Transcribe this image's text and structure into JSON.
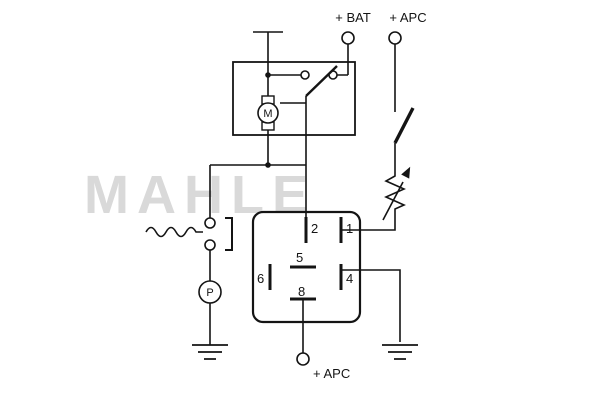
{
  "colors": {
    "line": "#141414",
    "watermark": "#d9d9d9",
    "background": "#ffffff",
    "boxfill": "#ffffff"
  },
  "labels": {
    "bat_top": "+ BAT",
    "apc_top": "+ APC",
    "apc_bottom": "+ APC",
    "motor": "M",
    "pressure_switch": "P",
    "watermark": "MAHLE"
  },
  "relay_pins": {
    "pin1": "1",
    "pin2": "2",
    "pin4": "4",
    "pin5": "5",
    "pin6": "6",
    "pin8": "8"
  }
}
